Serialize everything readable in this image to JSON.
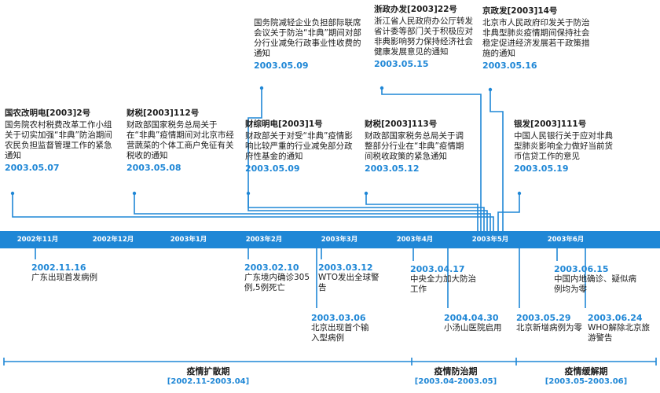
{
  "policies": [
    {
      "code": "国农改明电[2003]2号",
      "text": "国务院农村税费改革工作小组关于切实加强“非典”防治期间农民负担监督管理工作的紧急通知",
      "date": "2003.05.07"
    },
    {
      "code": "财税[2003]112号",
      "text": "财政部国家税务总局关于在“非典”疫情期间对北京市经营蔬菜的个体工商户免征有关税收的通知",
      "date": "2003.05.08"
    },
    {
      "code": "",
      "text": "国务院减轻企业负担部际联席会议关于防治“非典”期间对部分行业减免行政事业性收费的通知",
      "date": "2003.05.09"
    },
    {
      "code": "财综明电[2003]1号",
      "text": "财政部关于对受“非典”疫情影响比较严重的行业减免部分政府性基金的通知",
      "date": "2003.05.09"
    },
    {
      "code": "浙政办发[2003]22号",
      "text": "浙江省人民政府办公厅转发省计委等部门关于积极应对非典影响努力保持经济社会健康发展意见的通知",
      "date": "2003.05.15"
    },
    {
      "code": "财税[2003]113号",
      "text": "财政部国家税务总局关于调整部分行业在“非典”疫情期间税收政策的紧急通知",
      "date": "2003.05.12"
    },
    {
      "code": "京政发[2003]14号",
      "text": "北京市人民政府印发关于防治非典型肺炎疫情期间保持社会稳定促进经济发展若干政策措施的通知",
      "date": "2003.05.16"
    },
    {
      "code": "银发[2003]111号",
      "text": "中国人民银行关于应对非典型肺炎影响全力做好当前货币信贷工作的意见",
      "date": "2003.05.19"
    }
  ],
  "months": [
    "2002年11月",
    "2002年12月",
    "2003年1月",
    "2003年2月",
    "2003年3月",
    "2003年4月",
    "2003年5月",
    "2003年6月"
  ],
  "events": [
    {
      "date": "2002.11.16",
      "text": "广东出现首发病例"
    },
    {
      "date": "2003.02.10",
      "text": "广东境内确诊305例,5例死亡"
    },
    {
      "date": "2003.03.12",
      "text": "WTO发出全球警告"
    },
    {
      "date": "2003.03.06",
      "text": "北京出现首个输入型病例"
    },
    {
      "date": "2003.04.17",
      "text": "中央全力加大防治工作"
    },
    {
      "date": "2004.04.30",
      "text": "小汤山医院启用"
    },
    {
      "date": "2003.05.29",
      "text": "北京新增病例为零"
    },
    {
      "date": "2003.06.15",
      "text": "中国内地确诊、疑似病例均为零"
    },
    {
      "date": "2003.06.24",
      "text": "WHO解除北京旅游警告"
    }
  ],
  "phases": [
    {
      "name": "疫情扩散期",
      "range": "[2002.11-2003.04]"
    },
    {
      "name": "疫情防治期",
      "range": "[2003.04-2003.05]"
    },
    {
      "name": "疫情缓解期",
      "range": "[2003.05-2003.06]"
    }
  ],
  "colors": {
    "accent": "#1f87d6",
    "text": "#1b1b1b",
    "band_text": "#ffffff"
  }
}
